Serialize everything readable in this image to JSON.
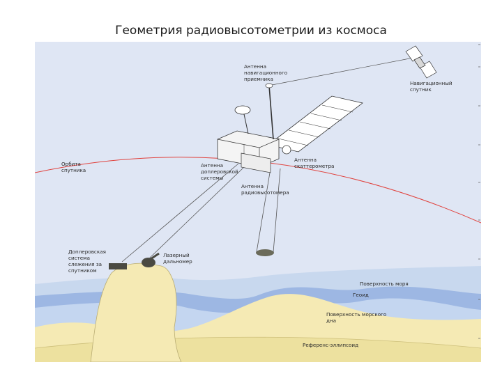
{
  "slide": {
    "title": "Геометрия радиовысотометрии из космоса"
  },
  "diagram": {
    "labels": {
      "nav_receiver_antenna": [
        "Антенна",
        "навигационного",
        "приемника"
      ],
      "nav_satellite": [
        "Навигационный",
        "спутник"
      ],
      "satellite_orbit": [
        "Орбита",
        "спутника"
      ],
      "doppler_antenna": [
        "Антенна",
        "доплеровской",
        "системы"
      ],
      "scatterometer_antenna": [
        "Антенна",
        "скаттерометра"
      ],
      "altimeter_antenna": [
        "Антенна",
        "радиовысотомера"
      ],
      "doppler_tracking_system": [
        "Доплеровская",
        "система",
        "слежения за",
        "спутником"
      ],
      "laser_rangefinder": [
        "Лазерный",
        "дальномер"
      ],
      "sea_surface": "Поверхность моря",
      "geoid": "Геоид",
      "sea_floor": [
        "Поверхность морского",
        "дна"
      ],
      "reference_ellipsoid": "Референс-эллипсоид"
    },
    "colors": {
      "sky": "#dfe6f4",
      "orbit": "#e0413c",
      "ocean_outer": "#c8d8ee",
      "ocean_mid": "#9db7e3",
      "ocean_inner": "#c4d6f0",
      "land": "#f5eab4",
      "land_inner": "#ede19f",
      "equipment": "#4a4a42"
    }
  }
}
